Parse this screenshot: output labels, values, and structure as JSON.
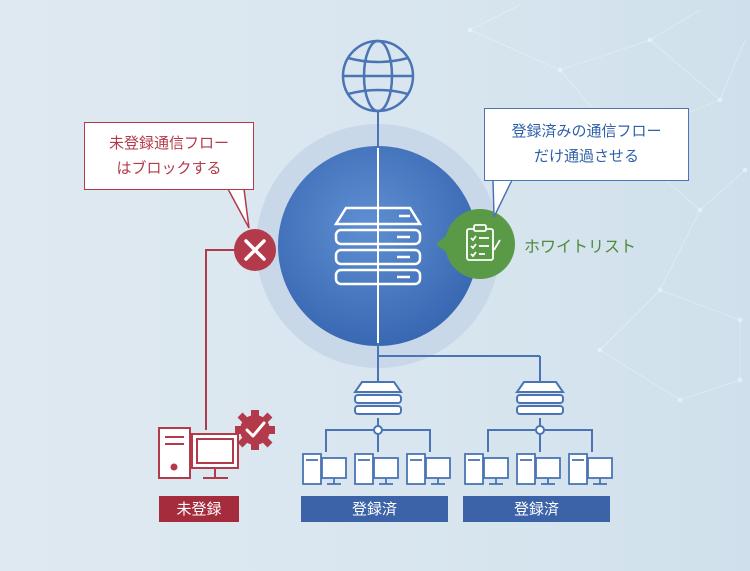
{
  "callouts": {
    "blocked": {
      "line1": "未登録通信フロー",
      "line2": "はブロックする"
    },
    "allowed": {
      "line1": "登録済みの通信フロー",
      "line2": "だけ通過させる"
    }
  },
  "whitelist": {
    "label": "ホワイトリスト",
    "icon": "clipboard-checklist-icon"
  },
  "tags": {
    "unregistered": "未登録",
    "registered_1": "登録済",
    "registered_2": "登録済"
  },
  "colors": {
    "blue": "#4a74b4",
    "dark_blue": "#3c63a8",
    "red": "#b23a4a",
    "dark_red": "#a42c3c",
    "green": "#5a9a46",
    "background": "#dfe9f1"
  }
}
